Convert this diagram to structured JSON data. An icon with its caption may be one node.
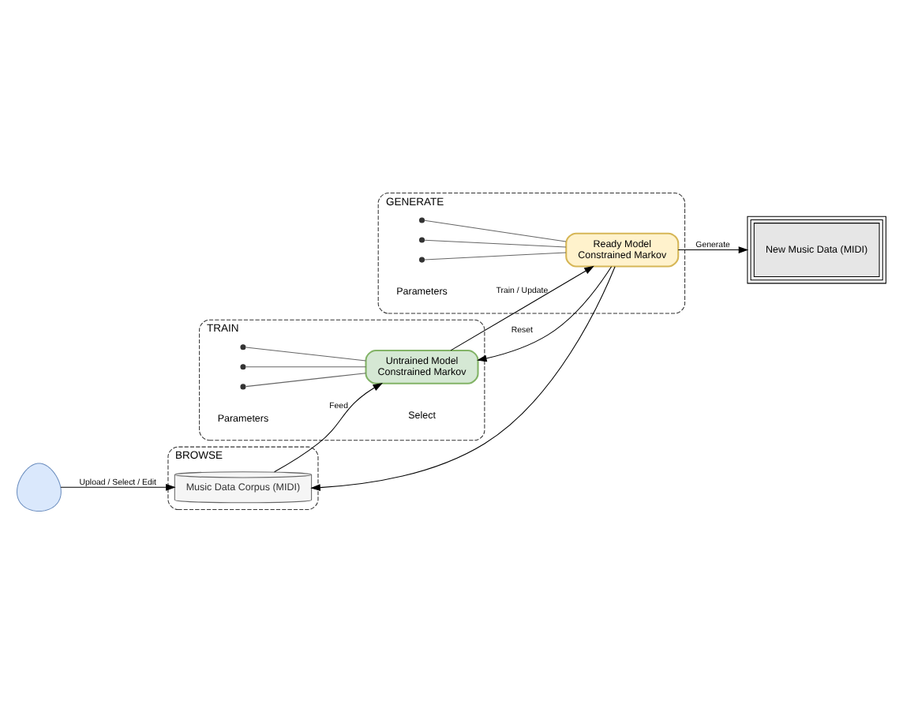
{
  "diagram": {
    "nodes": [
      {
        "text": [
          "BROWSE"
        ]
      },
      {
        "text": [
          "Music Data Corpus (MIDI)"
        ],
        "in": 0
      },
      {
        "text": [],
        "shape": "person"
      },
      {
        "text": [
          "TRAIN"
        ]
      },
      {
        "text": [
          "Untrained Model",
          "Constrained Markov"
        ],
        "in": 3,
        "beside": [
          "Select"
        ]
      },
      {
        "text": [
          "GENERATE"
        ]
      },
      {
        "text": [
          "Ready Model",
          "Constrained Markov"
        ],
        "in": 5
      },
      {
        "text": [
          "New Music Data (MIDI)"
        ]
      },
      {
        "text": [],
        "shape": "cross",
        "in": 3
      },
      {
        "text": [],
        "shape": "cross",
        "in": 3
      },
      {
        "text": [],
        "shape": "cross",
        "in": 3
      },
      {
        "text": [],
        "shape": "cross",
        "in": 5
      },
      {
        "text": [],
        "shape": "cross",
        "in": 5
      },
      {
        "text": [],
        "shape": "cross",
        "in": 5
      }
    ],
    "edges": [
      {
        "from": 2,
        "to": 1,
        "arrow": "to",
        "label": "Upload / Select / Edit"
      },
      {
        "from": 6,
        "to": 1,
        "arrow": "to"
      },
      {
        "from": 1,
        "to": 4,
        "arrow": "to",
        "label": "Feed"
      },
      {
        "from": 4,
        "to": 6,
        "arrow": "to",
        "label": "Train / Update"
      },
      {
        "from": 6,
        "to": 4,
        "arrow": "to",
        "label": "Reset"
      },
      {
        "from": 6,
        "to": 7,
        "arrow": "to",
        "label": "Generate"
      },
      {
        "from": 8,
        "to": 4,
        "arrow": "none",
        "color": "#666666"
      },
      {
        "from": 9,
        "to": 4,
        "arrow": "none",
        "color": "#666666"
      },
      {
        "from": 10,
        "to": 4,
        "arrow": "none",
        "color": "#666666"
      },
      {
        "from": 11,
        "to": 6,
        "arrow": "none",
        "color": "#666666"
      },
      {
        "from": 12,
        "to": 6,
        "arrow": "none",
        "color": "#666666"
      },
      {
        "from": 13,
        "to": 6,
        "arrow": "none",
        "color": "#666666"
      }
    ],
    "labels": [
      "Parameters",
      "Parameters"
    ]
  }
}
